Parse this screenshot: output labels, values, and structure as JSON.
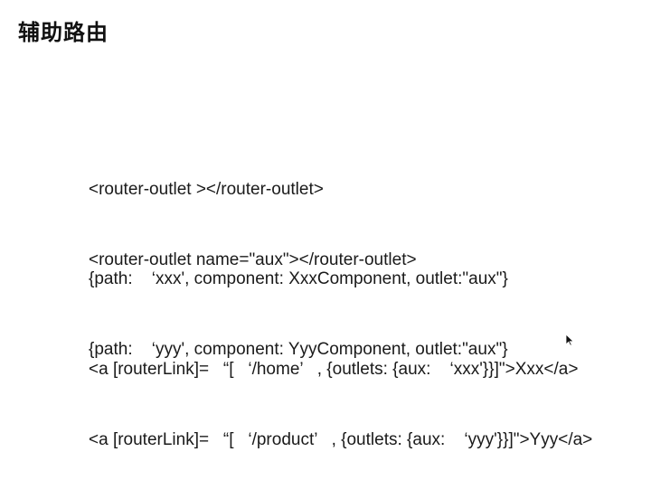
{
  "slide": {
    "title": "辅助路由",
    "outlet_lines": [
      "<router-outlet ></router-outlet>",
      "<router-outlet name=\"aux\"></router-outlet>"
    ],
    "route_lines": [
      "{path:    ‘xxx', component: XxxComponent, outlet:\"aux\"}",
      "{path:    ‘yyy', component: YyyComponent, outlet:\"aux\"}"
    ],
    "link_lines": [
      "<a [routerLink]=   “[   ‘/home’   , {outlets: {aux:    ‘xxx'}}]\">Xxx</a>",
      "<a [routerLink]=   “[   ‘/product’   , {outlets: {aux:    ‘yyy'}}]\">Yyy</a>"
    ]
  }
}
